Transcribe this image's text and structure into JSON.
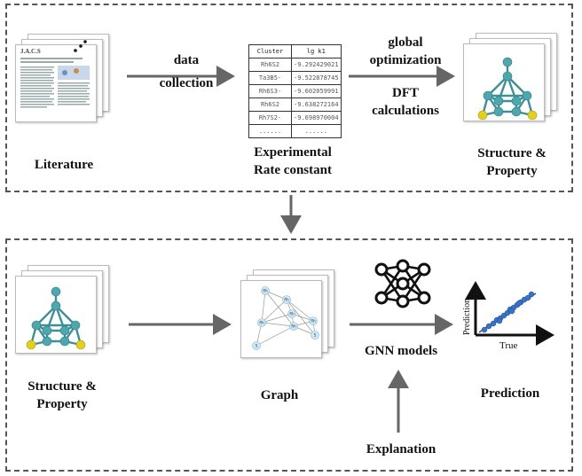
{
  "top": {
    "literature_label": "Literature",
    "data_collection": [
      "data",
      "collection"
    ],
    "table": {
      "headers": [
        "Cluster",
        "lg k1"
      ],
      "rows": [
        [
          "Rh6S2",
          "-9.292429021"
        ],
        [
          "Ta3B5-",
          "-9.522878745"
        ],
        [
          "Rh6S3-",
          "-9.602059991"
        ],
        [
          "Rh6S2",
          "-9.638272164"
        ],
        [
          "Rh7S2-",
          "-9.698970004"
        ],
        [
          "......",
          "......"
        ]
      ]
    },
    "experimental_label": [
      "Experimental",
      "Rate constant"
    ],
    "global_opt": [
      "global",
      "optimization"
    ],
    "dft": [
      "DFT",
      "calculations"
    ],
    "structure_label": [
      "Structure &",
      "Property"
    ]
  },
  "bottom": {
    "structure_label": [
      "Structure &",
      "Property"
    ],
    "graph_label": "Graph",
    "graph_nodes": [
      "Rh",
      "Rh",
      "Rh",
      "Rh",
      "Rh",
      "Rh",
      "S",
      "S"
    ],
    "gnn_label": "GNN models",
    "prediction_label": "Prediction",
    "prediction_ylabel": "Prediction",
    "prediction_xlabel": "True",
    "explanation_label": "Explanation"
  },
  "document_header": "J.A.C.S",
  "colors": {
    "atom": "#4fa7ae",
    "sulfur": "#e2d020",
    "arrow": "#666666",
    "scatter": "#3a72c8"
  }
}
